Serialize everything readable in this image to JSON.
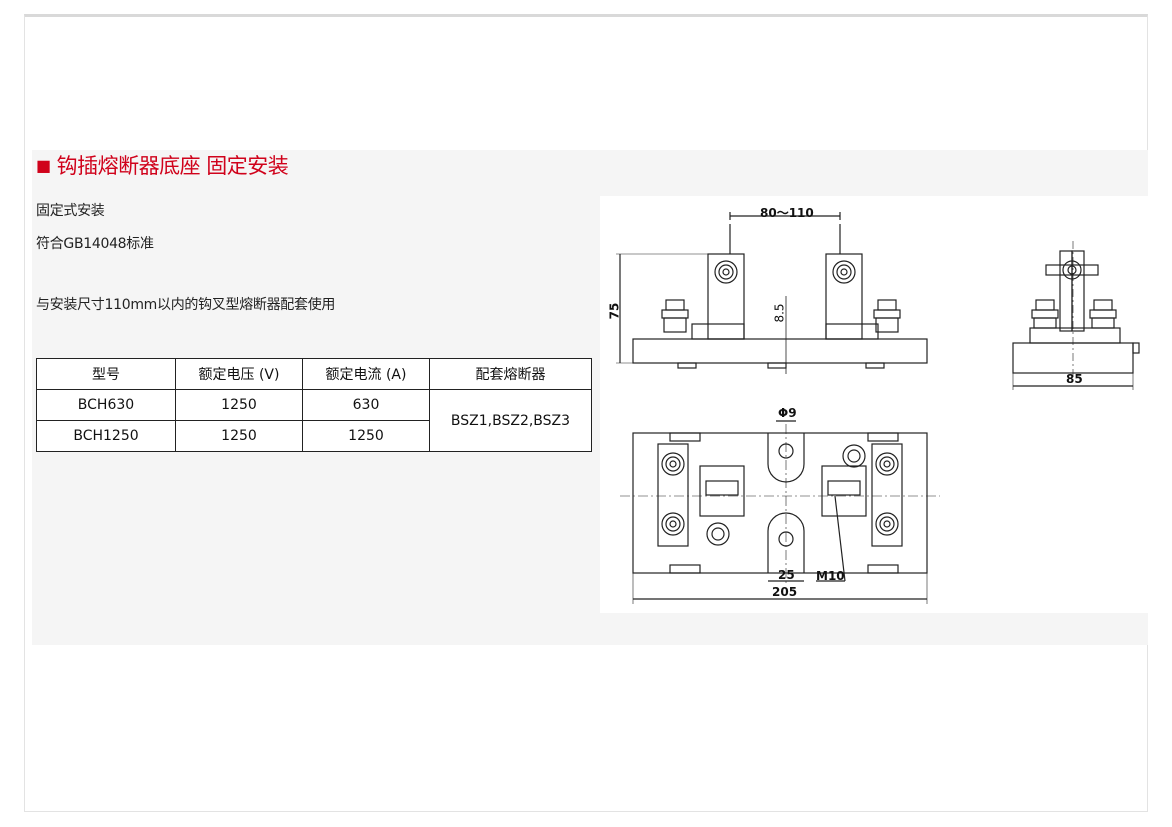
{
  "section": {
    "title": "钩插熔断器底座 固定安装",
    "bullet": "■"
  },
  "description": {
    "line1": "固定式安装",
    "line2": "符合GB14048标准",
    "line3": "与安装尺寸110mm以内的钩叉型熔断器配套使用"
  },
  "table": {
    "headers": [
      "型号",
      "额定电压 (V)",
      "额定电流 (A)",
      "配套熔断器"
    ],
    "rows": [
      {
        "model": "BCH630",
        "voltage": "1250",
        "current": "630"
      },
      {
        "model": "BCH1250",
        "voltage": "1250",
        "current": "1250"
      }
    ],
    "fuses": "BSZ1,BSZ2,BSZ3"
  },
  "drawing": {
    "dims": {
      "top_span": "80～110",
      "height": "75",
      "plate": "8.5",
      "side_width": "85",
      "hole": "Φ9",
      "slot": "25",
      "thread": "M10",
      "total_length": "205"
    }
  },
  "colors": {
    "title": "#d0021b",
    "band": "#f5f5f5",
    "line": "#222222"
  }
}
